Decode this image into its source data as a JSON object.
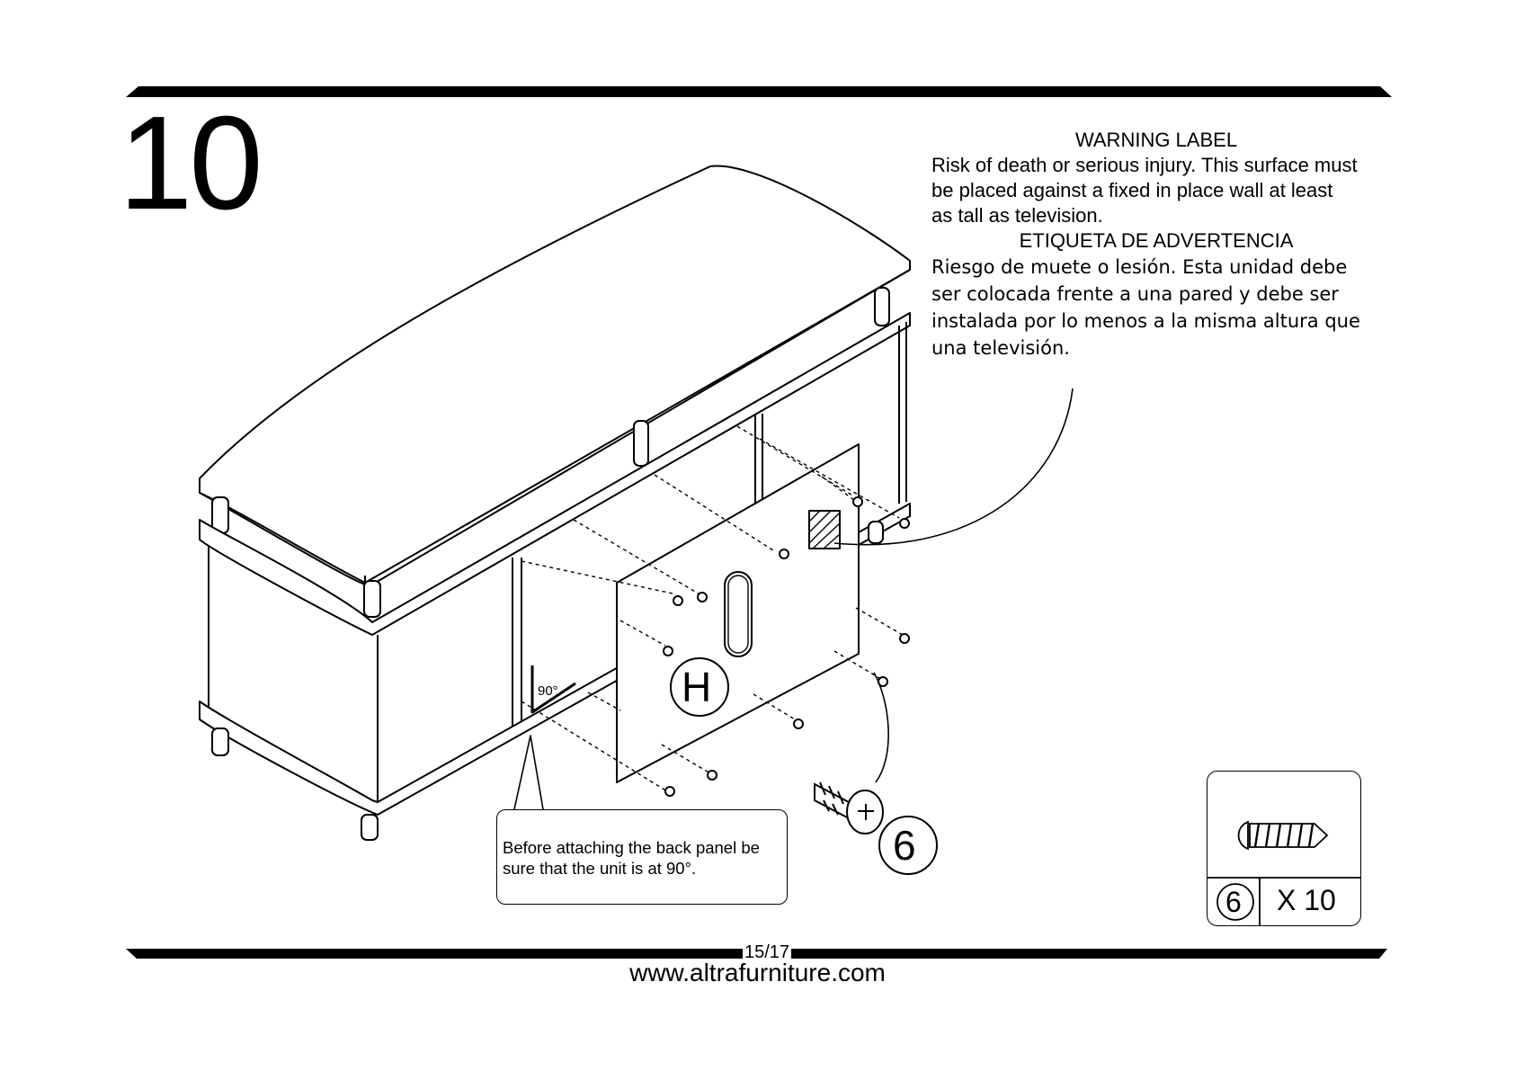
{
  "step": {
    "number": "10"
  },
  "warning": {
    "title_en": "WARNING LABEL",
    "lines_en": [
      "Risk of death or serious injury. This surface must",
      "be placed against  a fixed in place wall at least",
      "as tall as television."
    ],
    "title_es": "ETIQUETA DE ADVERTENCIA",
    "lines_es": [
      "Riesgo de muete o lesión. Esta unidad debe",
      "ser colocada frente a una pared y debe ser",
      "instalada por lo menos a la misma altura que",
      "una televisión."
    ]
  },
  "diagram": {
    "panel_label": "H",
    "part_callout": "6",
    "angle_label": "90°"
  },
  "note": {
    "lines": [
      "Before attaching the back panel be",
      "sure that the unit is at 90°."
    ]
  },
  "parts": {
    "part_number": "6",
    "quantity": "X 10",
    "icon": "screw-icon"
  },
  "footer": {
    "page": "15/17",
    "website": "www.altrafurniture.com"
  }
}
